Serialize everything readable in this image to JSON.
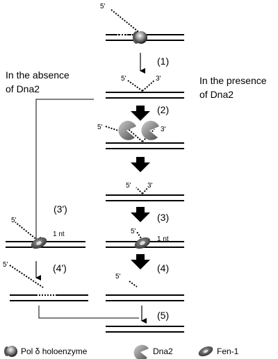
{
  "labels": {
    "absence_line1": "In the absence",
    "absence_line2": "of Dna2",
    "presence_line1": "In the presence",
    "presence_line2": "of Dna2"
  },
  "steps": [
    "(1)",
    "(2)",
    "(3)",
    "(4)",
    "(3')",
    "(4')",
    "(5)"
  ],
  "ends": {
    "five": "5'",
    "three": "3'"
  },
  "one_nt": "1 nt",
  "legend": {
    "pol": "Pol δ holoenzyme",
    "dna2": "Dna2",
    "fen1": "Fen-1"
  }
}
